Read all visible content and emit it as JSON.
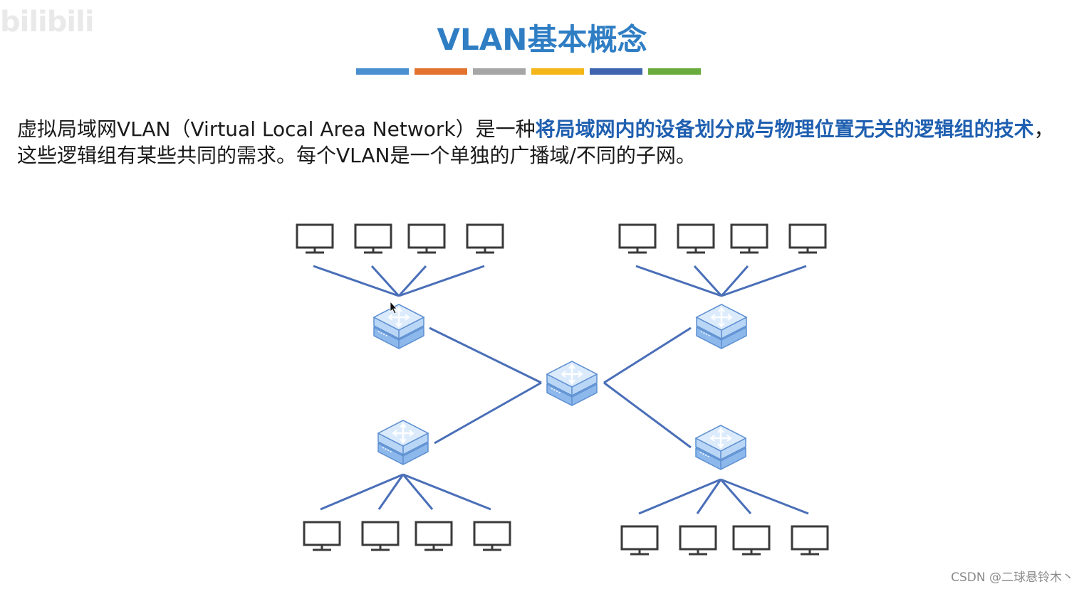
{
  "watermark": {
    "text": "bilibili"
  },
  "slide": {
    "title": "VLAN基本概念",
    "accent_bars": [
      "#4a8fd0",
      "#e2722e",
      "#a6a6a6",
      "#f4b619",
      "#3e65ae",
      "#6aab3d"
    ],
    "description": {
      "part1": "虚拟局域网VLAN（Virtual Local Area Network）是一种",
      "highlight": "将局域网内的设备划分成与物理位置无关的逻辑组的技术",
      "part2": "，这些逻辑组有某些共同的需求。每个VLAN是一个单独的广播域/不同的子网。"
    },
    "highlight_color": "#1f5fb0",
    "title_color": "#2f7ec4"
  },
  "diagram": {
    "link_color": "#4a6fb8",
    "switch_color": "#a9ccf3",
    "computer_icon": "monitor-icon",
    "switch_icon": "switch-icon",
    "groups": [
      "top-left",
      "top-right",
      "bottom-left",
      "bottom-right"
    ],
    "core_switch": "center"
  },
  "credit": "CSDN @二球悬铃木丶"
}
